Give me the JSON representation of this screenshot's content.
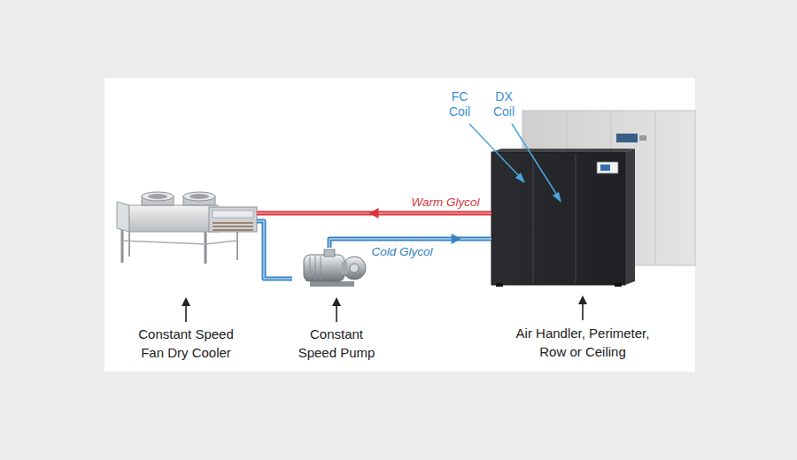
{
  "diagram": {
    "nodes": [
      {
        "text": [
          "Constant Speed Fan Dry Cooler"
        ]
      },
      {
        "text": [
          "Constant Speed Pump"
        ]
      },
      {
        "text": [
          "Air Handler, Perimeter, Row or Ceiling"
        ]
      }
    ],
    "edges": [
      {
        "from": 2,
        "to": 0,
        "label": "Warm Glycol",
        "arrow": "to"
      },
      {
        "from": 0,
        "to": 1,
        "arrow": "none"
      },
      {
        "from": 1,
        "to": 2,
        "label": "Cold Glycol",
        "arrow": "to"
      }
    ],
    "labels": [
      "FC Coil",
      "DX Coil"
    ]
  }
}
